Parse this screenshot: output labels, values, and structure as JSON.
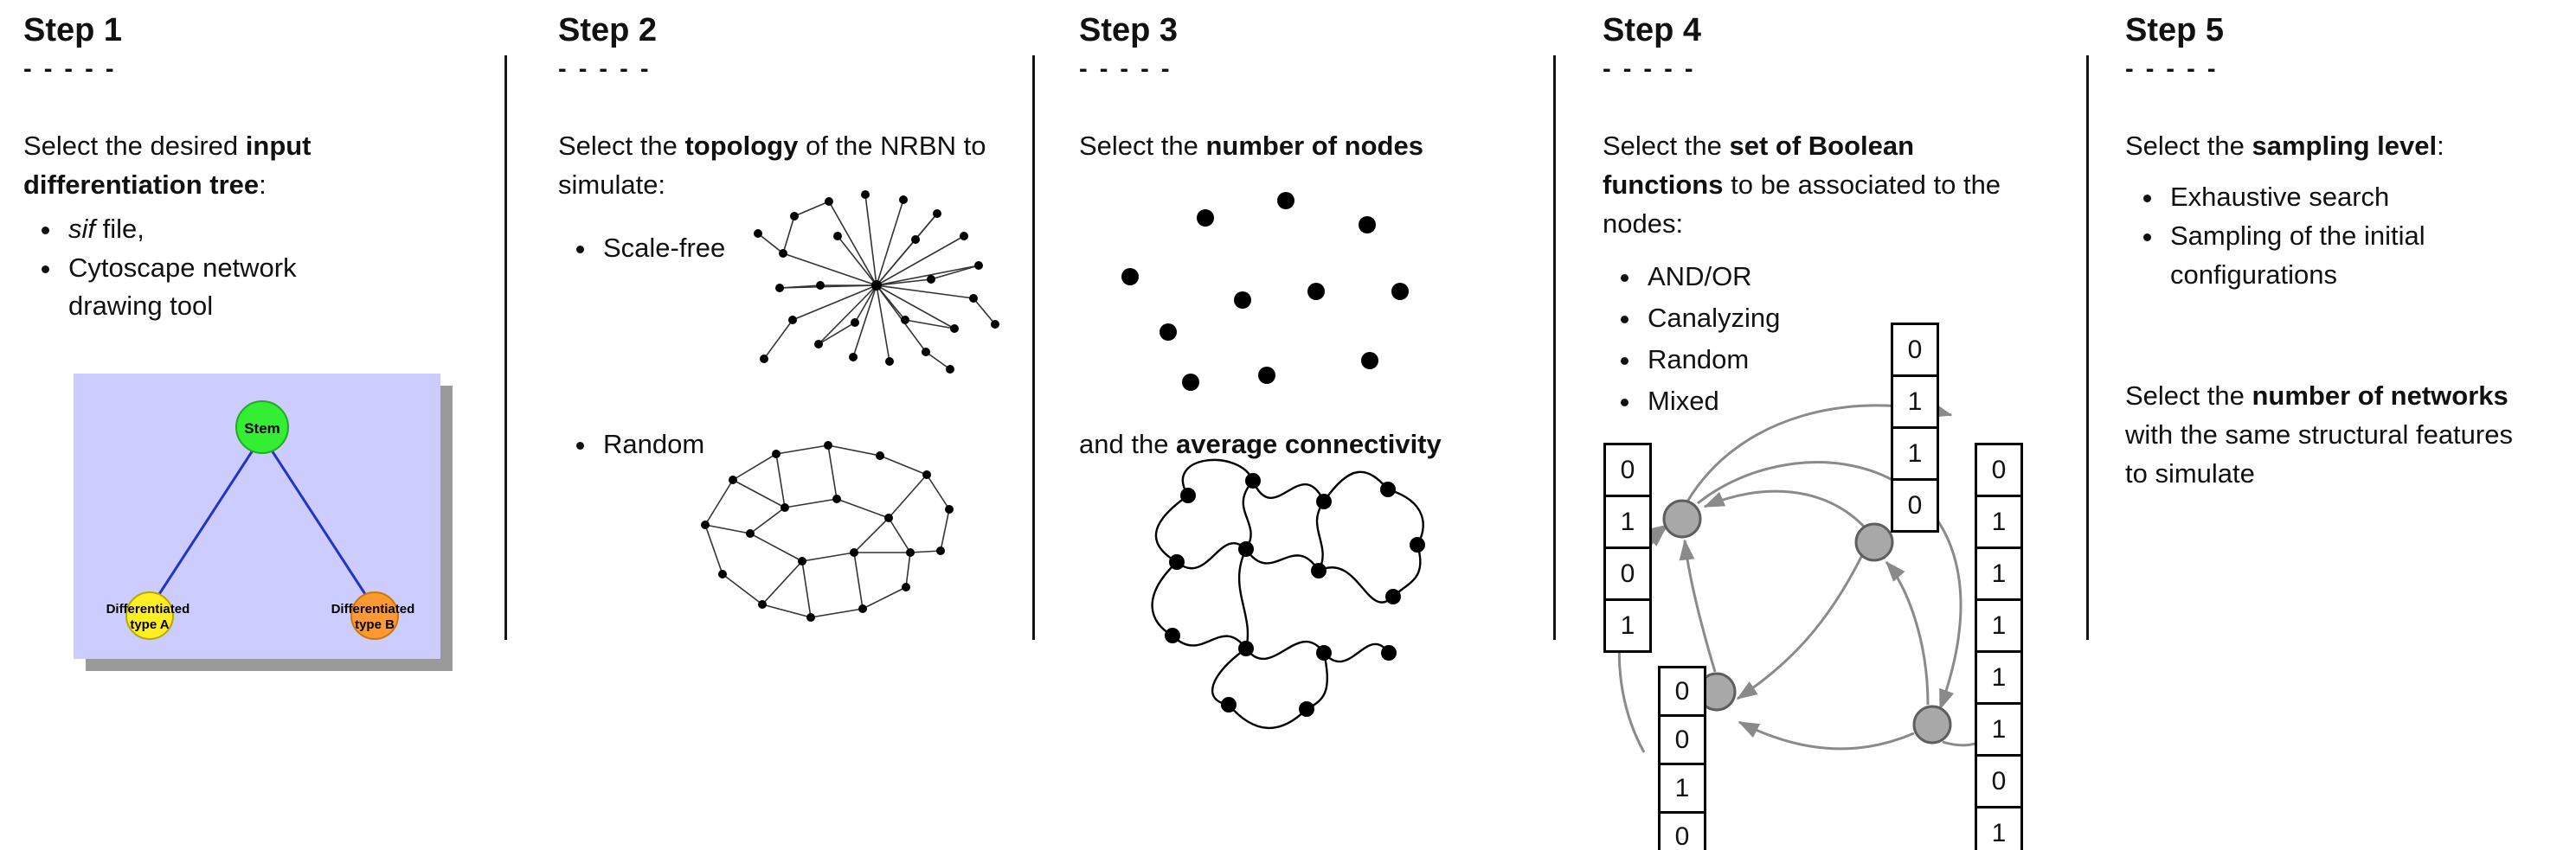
{
  "palette": {
    "tree_bg": "#ccccfe",
    "tree_shadow": "#9a9a9a",
    "stem_green": "#33ee33",
    "type_a_yellow": "#ffee22",
    "type_b_orange": "#ff9933",
    "tree_edge_blue": "#2233cc",
    "node_gray": "#a8a8a8",
    "node_border": "#5e5e5e",
    "arrow_gray": "#8a8a8a",
    "net_line": "#333333",
    "dot_black": "#000000"
  },
  "steps": [
    {
      "title": "Step 1",
      "dashes": "- - - - -",
      "intro": {
        "pre": "Select the desired ",
        "bold": "input differentiation tree",
        "post": ":"
      },
      "bullets": [
        {
          "italic": "sif",
          "post": " file,"
        },
        {
          "text": "Cytoscape network drawing tool"
        }
      ],
      "tree": {
        "stem_label": "Stem",
        "type_a_line1": "Differentiated",
        "type_a_line2": "type A",
        "type_b_line1": "Differentiated",
        "type_b_line2": "type B"
      }
    },
    {
      "title": "Step 2",
      "dashes": "- - - - -",
      "intro": {
        "pre": "Select the ",
        "bold": "topology",
        "post": " of the NRBN to simulate:"
      },
      "bullets": [
        {
          "text": "Scale-free"
        },
        {
          "text": "Random"
        }
      ]
    },
    {
      "title": "Step 3",
      "dashes": "- - - - -",
      "intro": {
        "pre": "Select the ",
        "bold": "number of nodes",
        "post": ""
      },
      "second": {
        "pre": "and the ",
        "bold": "average connectivity",
        "post": ""
      }
    },
    {
      "title": "Step 4",
      "dashes": "- - - - -",
      "intro": {
        "pre": "Select the ",
        "bold": "set of Boolean functions",
        "post": " to be associated to the nodes:"
      },
      "bullets": [
        {
          "text": "AND/OR"
        },
        {
          "text": "Canalyzing"
        },
        {
          "text": "Random"
        },
        {
          "text": "Mixed"
        }
      ],
      "tables": {
        "left": [
          "0",
          "1",
          "0",
          "1"
        ],
        "top": [
          "0",
          "1",
          "1",
          "0"
        ],
        "right": [
          "0",
          "1",
          "1",
          "1",
          "1",
          "1",
          "0",
          "1"
        ],
        "bottom": [
          "0",
          "0",
          "1",
          "0"
        ]
      }
    },
    {
      "title": "Step 5",
      "dashes": "- - - - -",
      "intro": {
        "pre": "Select the ",
        "bold": "sampling level",
        "post": ":"
      },
      "bullets": [
        {
          "text": "Exhaustive search"
        },
        {
          "text": "Sampling of the initial configurations"
        }
      ],
      "second": {
        "pre": "Select the ",
        "bold": "number of networks",
        "post": " with the same structural features to simulate"
      }
    }
  ]
}
